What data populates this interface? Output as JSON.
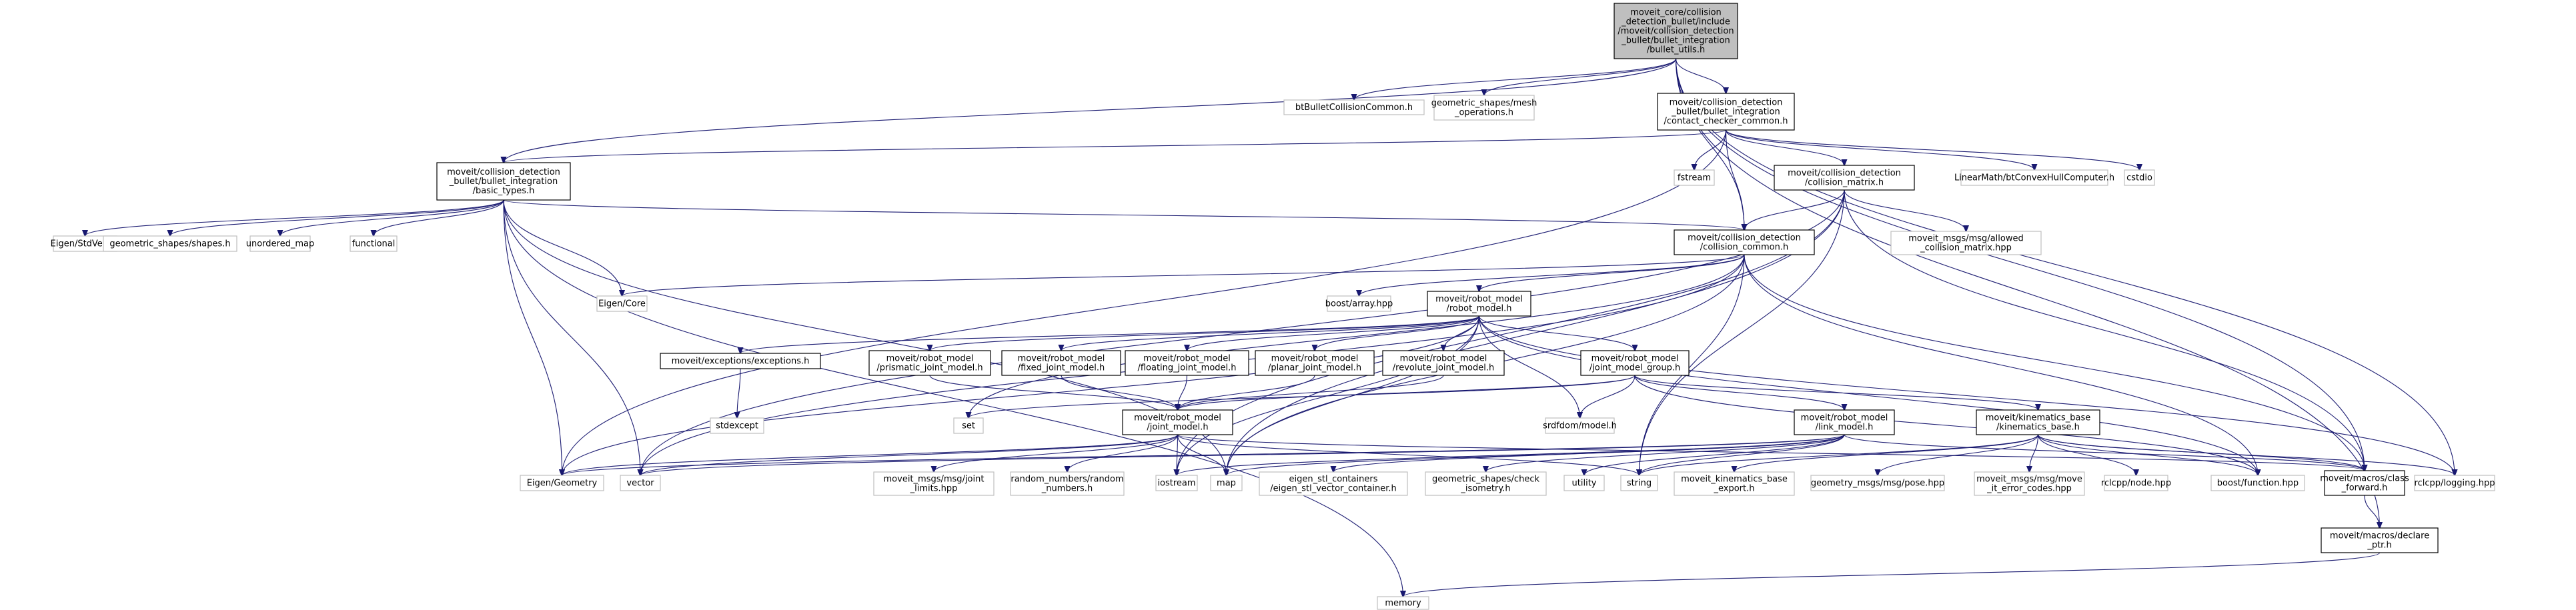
{
  "diagram": {
    "type": "include-dependency-graph",
    "colors": {
      "edge": "#191970",
      "root_fill": "#bfbfbf",
      "node_border": "#000000",
      "external_border": "#bfbfbf"
    },
    "nodes": [
      {
        "id": "root",
        "kind": "root",
        "lines": [
          "moveit_core/collision",
          "_detection_bullet/include",
          "/moveit/collision_detection",
          "_bullet/bullet_integration",
          "/bullet_utils.h"
        ]
      },
      {
        "id": "btBullet",
        "kind": "external",
        "lines": [
          "btBulletCollisionCommon.h"
        ]
      },
      {
        "id": "mesh_ops",
        "kind": "external",
        "lines": [
          "geometric_shapes/mesh",
          "_operations.h"
        ]
      },
      {
        "id": "contact_checker",
        "kind": "internal",
        "lines": [
          "moveit/collision_detection",
          "_bullet/bullet_integration",
          "/contact_checker_common.h"
        ]
      },
      {
        "id": "basic_types",
        "kind": "internal",
        "lines": [
          "moveit/collision_detection",
          "_bullet/bullet_integration",
          "/basic_types.h"
        ]
      },
      {
        "id": "fstream",
        "kind": "external",
        "lines": [
          "fstream"
        ]
      },
      {
        "id": "collision_matrix",
        "kind": "internal",
        "lines": [
          "moveit/collision_detection",
          "/collision_matrix.h"
        ]
      },
      {
        "id": "btConvexHull",
        "kind": "external",
        "lines": [
          "LinearMath/btConvexHullComputer.h"
        ]
      },
      {
        "id": "cstdio",
        "kind": "external",
        "lines": [
          "cstdio"
        ]
      },
      {
        "id": "eigen_stdvector",
        "kind": "external",
        "lines": [
          "Eigen/StdVector"
        ]
      },
      {
        "id": "shapes_h",
        "kind": "external",
        "lines": [
          "geometric_shapes/shapes.h"
        ]
      },
      {
        "id": "unordered_map",
        "kind": "external",
        "lines": [
          "unordered_map"
        ]
      },
      {
        "id": "functional",
        "kind": "external",
        "lines": [
          "functional"
        ]
      },
      {
        "id": "collision_common",
        "kind": "internal",
        "lines": [
          "moveit/collision_detection",
          "/collision_common.h"
        ]
      },
      {
        "id": "allowed_cm",
        "kind": "external",
        "lines": [
          "moveit_msgs/msg/allowed",
          "_collision_matrix.hpp"
        ]
      },
      {
        "id": "eigen_core",
        "kind": "external",
        "lines": [
          "Eigen/Core"
        ]
      },
      {
        "id": "boost_array",
        "kind": "external",
        "lines": [
          "boost/array.hpp"
        ]
      },
      {
        "id": "robot_model",
        "kind": "internal",
        "lines": [
          "moveit/robot_model",
          "/robot_model.h"
        ]
      },
      {
        "id": "exceptions",
        "kind": "internal",
        "lines": [
          "moveit/exceptions/exceptions.h"
        ]
      },
      {
        "id": "prismatic",
        "kind": "internal",
        "lines": [
          "moveit/robot_model",
          "/prismatic_joint_model.h"
        ]
      },
      {
        "id": "fixed",
        "kind": "internal",
        "lines": [
          "moveit/robot_model",
          "/fixed_joint_model.h"
        ]
      },
      {
        "id": "floating",
        "kind": "internal",
        "lines": [
          "moveit/robot_model",
          "/floating_joint_model.h"
        ]
      },
      {
        "id": "planar",
        "kind": "internal",
        "lines": [
          "moveit/robot_model",
          "/planar_joint_model.h"
        ]
      },
      {
        "id": "revolute",
        "kind": "internal",
        "lines": [
          "moveit/robot_model",
          "/revolute_joint_model.h"
        ]
      },
      {
        "id": "jmg",
        "kind": "internal",
        "lines": [
          "moveit/robot_model",
          "/joint_model_group.h"
        ]
      },
      {
        "id": "stdexcept",
        "kind": "external",
        "lines": [
          "stdexcept"
        ]
      },
      {
        "id": "set",
        "kind": "external",
        "lines": [
          "set"
        ]
      },
      {
        "id": "srdfdom",
        "kind": "external",
        "lines": [
          "srdfdom/model.h"
        ]
      },
      {
        "id": "joint_model",
        "kind": "internal",
        "lines": [
          "moveit/robot_model",
          "/joint_model.h"
        ]
      },
      {
        "id": "link_model",
        "kind": "internal",
        "lines": [
          "moveit/robot_model",
          "/link_model.h"
        ]
      },
      {
        "id": "kin_base",
        "kind": "internal",
        "lines": [
          "moveit/kinematics_base",
          "/kinematics_base.h"
        ]
      },
      {
        "id": "eigen_geometry",
        "kind": "external",
        "lines": [
          "Eigen/Geometry"
        ]
      },
      {
        "id": "vector",
        "kind": "external",
        "lines": [
          "vector"
        ]
      },
      {
        "id": "joint_limits",
        "kind": "external",
        "lines": [
          "moveit_msgs/msg/joint",
          "_limits.hpp"
        ]
      },
      {
        "id": "random_numbers",
        "kind": "external",
        "lines": [
          "random_numbers/random",
          "_numbers.h"
        ]
      },
      {
        "id": "iostream",
        "kind": "external",
        "lines": [
          "iostream"
        ]
      },
      {
        "id": "map",
        "kind": "external",
        "lines": [
          "map"
        ]
      },
      {
        "id": "eigen_stl",
        "kind": "external",
        "lines": [
          "eigen_stl_containers",
          "/eigen_stl_vector_container.h"
        ]
      },
      {
        "id": "check_iso",
        "kind": "external",
        "lines": [
          "geometric_shapes/check",
          "_isometry.h"
        ]
      },
      {
        "id": "utility",
        "kind": "external",
        "lines": [
          "utility"
        ]
      },
      {
        "id": "string",
        "kind": "external",
        "lines": [
          "string"
        ]
      },
      {
        "id": "kin_export",
        "kind": "external",
        "lines": [
          "moveit_kinematics_base",
          "_export.h"
        ]
      },
      {
        "id": "pose",
        "kind": "external",
        "lines": [
          "geometry_msgs/msg/pose.hpp"
        ]
      },
      {
        "id": "move_err",
        "kind": "external",
        "lines": [
          "moveit_msgs/msg/move",
          "_it_error_codes.hpp"
        ]
      },
      {
        "id": "rclcpp_node",
        "kind": "external",
        "lines": [
          "rclcpp/node.hpp"
        ]
      },
      {
        "id": "boost_function",
        "kind": "external",
        "lines": [
          "boost/function.hpp"
        ]
      },
      {
        "id": "class_forward",
        "kind": "internal",
        "lines": [
          "moveit/macros/class",
          "_forward.h"
        ]
      },
      {
        "id": "rclcpp_logging",
        "kind": "external",
        "lines": [
          "rclcpp/logging.hpp"
        ]
      },
      {
        "id": "declare_ptr",
        "kind": "internal",
        "lines": [
          "moveit/macros/declare",
          "_ptr.h"
        ]
      },
      {
        "id": "memory",
        "kind": "external",
        "lines": [
          "memory"
        ]
      }
    ],
    "edges": [
      [
        "root",
        "btBullet"
      ],
      [
        "root",
        "mesh_ops"
      ],
      [
        "root",
        "contact_checker"
      ],
      [
        "root",
        "basic_types"
      ],
      [
        "root",
        "collision_common"
      ],
      [
        "root",
        "class_forward"
      ],
      [
        "root",
        "rclcpp_logging"
      ],
      [
        "root",
        "declare_ptr"
      ],
      [
        "contact_checker",
        "basic_types"
      ],
      [
        "contact_checker",
        "fstream"
      ],
      [
        "contact_checker",
        "collision_matrix"
      ],
      [
        "contact_checker",
        "btConvexHull"
      ],
      [
        "contact_checker",
        "cstdio"
      ],
      [
        "contact_checker",
        "collision_common"
      ],
      [
        "contact_checker",
        "eigen_geometry"
      ],
      [
        "basic_types",
        "eigen_stdvector"
      ],
      [
        "basic_types",
        "shapes_h"
      ],
      [
        "basic_types",
        "unordered_map"
      ],
      [
        "basic_types",
        "functional"
      ],
      [
        "basic_types",
        "collision_common"
      ],
      [
        "basic_types",
        "eigen_core"
      ],
      [
        "basic_types",
        "eigen_geometry"
      ],
      [
        "basic_types",
        "vector"
      ],
      [
        "basic_types",
        "memory"
      ],
      [
        "basic_types",
        "map"
      ],
      [
        "collision_matrix",
        "collision_common"
      ],
      [
        "collision_matrix",
        "allowed_cm"
      ],
      [
        "collision_matrix",
        "vector"
      ],
      [
        "collision_matrix",
        "iostream"
      ],
      [
        "collision_matrix",
        "map"
      ],
      [
        "collision_matrix",
        "string"
      ],
      [
        "collision_matrix",
        "class_forward"
      ],
      [
        "collision_common",
        "boost_array"
      ],
      [
        "collision_common",
        "robot_model"
      ],
      [
        "collision_common",
        "eigen_core"
      ],
      [
        "collision_common",
        "set"
      ],
      [
        "collision_common",
        "vector"
      ],
      [
        "collision_common",
        "map"
      ],
      [
        "collision_common",
        "string"
      ],
      [
        "collision_common",
        "boost_function"
      ],
      [
        "collision_common",
        "class_forward"
      ],
      [
        "robot_model",
        "exceptions"
      ],
      [
        "robot_model",
        "prismatic"
      ],
      [
        "robot_model",
        "fixed"
      ],
      [
        "robot_model",
        "floating"
      ],
      [
        "robot_model",
        "planar"
      ],
      [
        "robot_model",
        "revolute"
      ],
      [
        "robot_model",
        "jmg"
      ],
      [
        "robot_model",
        "srdfdom"
      ],
      [
        "robot_model",
        "eigen_geometry"
      ],
      [
        "robot_model",
        "iostream"
      ],
      [
        "robot_model",
        "map"
      ],
      [
        "robot_model",
        "rclcpp_logging"
      ],
      [
        "robot_model",
        "boost_function"
      ],
      [
        "exceptions",
        "stdexcept"
      ],
      [
        "prismatic",
        "joint_model"
      ],
      [
        "fixed",
        "joint_model"
      ],
      [
        "floating",
        "joint_model"
      ],
      [
        "planar",
        "joint_model"
      ],
      [
        "revolute",
        "joint_model"
      ],
      [
        "jmg",
        "joint_model"
      ],
      [
        "jmg",
        "link_model"
      ],
      [
        "jmg",
        "kin_base"
      ],
      [
        "jmg",
        "srdfdom"
      ],
      [
        "jmg",
        "set"
      ],
      [
        "jmg",
        "boost_function"
      ],
      [
        "joint_model",
        "eigen_geometry"
      ],
      [
        "joint_model",
        "vector"
      ],
      [
        "joint_model",
        "joint_limits"
      ],
      [
        "joint_model",
        "random_numbers"
      ],
      [
        "joint_model",
        "iostream"
      ],
      [
        "joint_model",
        "map"
      ],
      [
        "joint_model",
        "string"
      ],
      [
        "joint_model",
        "class_forward"
      ],
      [
        "link_model",
        "eigen_geometry"
      ],
      [
        "link_model",
        "vector"
      ],
      [
        "link_model",
        "iostream"
      ],
      [
        "link_model",
        "map"
      ],
      [
        "link_model",
        "eigen_stl"
      ],
      [
        "link_model",
        "check_iso"
      ],
      [
        "link_model",
        "utility"
      ],
      [
        "link_model",
        "string"
      ],
      [
        "link_model",
        "class_forward"
      ],
      [
        "kin_base",
        "kin_export"
      ],
      [
        "kin_base",
        "pose"
      ],
      [
        "kin_base",
        "move_err"
      ],
      [
        "kin_base",
        "rclcpp_node"
      ],
      [
        "kin_base",
        "boost_function"
      ],
      [
        "kin_base",
        "class_forward"
      ],
      [
        "kin_base",
        "rclcpp_logging"
      ],
      [
        "kin_base",
        "string"
      ],
      [
        "class_forward",
        "declare_ptr"
      ],
      [
        "declare_ptr",
        "memory"
      ]
    ]
  }
}
